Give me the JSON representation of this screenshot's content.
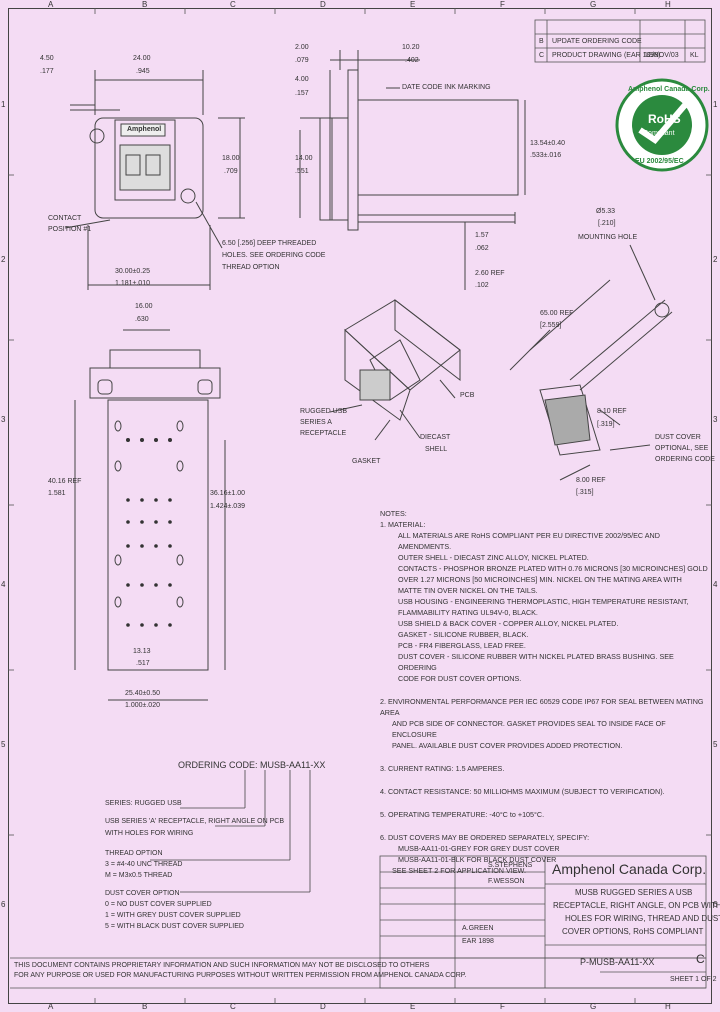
{
  "zone_letters": [
    "A",
    "B",
    "C",
    "D",
    "E",
    "F",
    "G",
    "H"
  ],
  "zone_numbers": [
    "1",
    "2",
    "3",
    "4",
    "5",
    "6"
  ],
  "revision": {
    "row1": {
      "rev": "B",
      "desc": "UPDATE ORDERING CODE",
      "date": "",
      "by": ""
    },
    "row2": {
      "rev": "C",
      "desc": "PRODUCT DRAWING (EAR 1898)",
      "date": "12/NOV/03",
      "by": "KL"
    }
  },
  "rohs_logo": {
    "ring_text": "Amphenol Canada Corp.",
    "center": "RoHS",
    "sub": "Compliant",
    "bottom": "EU 2002/95/EC"
  },
  "front_view": {
    "dim_4_50": "4.50",
    "dim_177": ".177",
    "dim_24_00": "24.00",
    "dim_945": ".945",
    "dim_18_00": "18.00",
    "dim_709": ".709",
    "contact_pos_1": "CONTACT",
    "contact_pos_2": "POSITION #1",
    "tap_1": "6.50 [.256] DEEP THREADED",
    "tap_2": "HOLES. SEE ORDERING CODE",
    "tap_3": "THREAD OPTION",
    "dim_30": "30.00±0.25",
    "dim_30_in": "1.181±.010",
    "logo": "Amphenol"
  },
  "side_view": {
    "dim_2_00": "2.00",
    "dim_079": ".079",
    "dim_10_20": "10.20",
    "dim_402": ".402",
    "dim_4_00": "4.00",
    "dim_157": ".157",
    "date_code": "DATE CODE INK MARKING",
    "dim_14_00": "14.00",
    "dim_551": ".551",
    "dim_13_54": "13.54±0.40",
    "dim_533": ".533±.016",
    "dim_1_57": "1.57",
    "dim_062": ".062",
    "dim_2_60": "2.60 REF",
    "dim_102": ".102"
  },
  "bottom_view": {
    "dim_16": "16.00",
    "dim_630": ".630",
    "dim_40_16": "40.16 REF",
    "dim_1_581": "1.581",
    "dim_36_16": "36.16±1.00",
    "dim_1_424": "1.424±.039",
    "dim_13_13": "13.13",
    "dim_517": ".517",
    "dim_25_40": "25.40±0.50",
    "dim_1_000": "1.000±.020"
  },
  "iso_view": {
    "rugged_1": "RUGGED USB",
    "rugged_2": "SERIES A",
    "rugged_3": "RECEPTACLE",
    "diecast_1": "DIECAST",
    "diecast_2": "SHELL",
    "gasket": "GASKET",
    "pcb": "PCB",
    "hole_1": "Ø5.33",
    "hole_2": "[.210]",
    "hole_3": "MOUNTING HOLE",
    "d65": "65.00 REF",
    "d2559": "[2.559]",
    "d8_10": "8.10 REF",
    "d319": "[.319]",
    "d8_00": "8.00 REF",
    "d315": "[.315]",
    "dust_1": "DUST COVER",
    "dust_2": "OPTIONAL, SEE",
    "dust_3": "ORDERING CODE"
  },
  "notes": {
    "heading": "NOTES:",
    "n1": "1.  MATERIAL:",
    "n1a": "ALL MATERIALS ARE RoHS COMPLIANT PER EU DIRECTIVE 2002/95/EC AND AMENDMENTS.",
    "n1b": "OUTER SHELL - DIECAST ZINC ALLOY, NICKEL PLATED.",
    "n1c": "CONTACTS - PHOSPHOR BRONZE PLATED WITH 0.76 MICRONS [30 MICROINCHES] GOLD",
    "n1c2": "OVER 1.27 MICRONS [50 MICROINCHES] MIN. NICKEL ON THE MATING AREA WITH",
    "n1c3": "MATTE TIN OVER NICKEL ON THE TAILS.",
    "n1d": "USB HOUSING - ENGINEERING THERMOPLASTIC, HIGH TEMPERATURE RESISTANT,",
    "n1d2": "FLAMMABILITY RATING UL94V-0, BLACK.",
    "n1e": "USB SHIELD & BACK COVER - COPPER ALLOY, NICKEL PLATED.",
    "n1f": "GASKET - SILICONE RUBBER, BLACK.",
    "n1g": "PCB - FR4 FIBERGLASS, LEAD FREE.",
    "n1h": "DUST COVER - SILICONE RUBBER WITH NICKEL PLATED BRASS BUSHING. SEE ORDERING",
    "n1h2": "CODE FOR DUST COVER OPTIONS.",
    "n2": "2.  ENVIRONMENTAL PERFORMANCE PER IEC 60529 CODE IP67 FOR SEAL BETWEEN MATING AREA",
    "n2b": "AND PCB SIDE OF CONNECTOR. GASKET PROVIDES SEAL TO INSIDE FACE OF ENCLOSURE",
    "n2c": "PANEL. AVAILABLE DUST COVER PROVIDES ADDED PROTECTION.",
    "n3": "3.  CURRENT RATING: 1.5 AMPERES.",
    "n4": "4.  CONTACT RESISTANCE: 50 MILLIOHMS MAXIMUM (SUBJECT TO VERIFICATION).",
    "n5": "5.  OPERATING TEMPERATURE: -40°C to +105°C.",
    "n6": "6.  DUST COVERS MAY BE ORDERED SEPARATELY, SPECIFY:",
    "n6a": "MUSB-AA11-01-GREY FOR GREY DUST COVER",
    "n6b": "MUSB-AA11-01-BLK FOR BLACK DUST COVER",
    "n6c": "SEE SHEET 2 FOR APPLICATION VIEW."
  },
  "ordering": {
    "title": "ORDERING CODE: MUSB-AA11-XX",
    "series": "SERIES: RUGGED USB",
    "usb_1": "USB SERIES 'A' RECEPTACLE, RIGHT ANGLE ON PCB",
    "usb_2": "WITH HOLES FOR WIRING",
    "thread": "THREAD OPTION",
    "thread_1": "3 = #4-40 UNC THREAD",
    "thread_2": "M = M3x0.5 THREAD",
    "dust": "DUST COVER OPTION",
    "dust_0": "0 = NO DUST COVER SUPPLIED",
    "dust_1": "1 = WITH GREY DUST COVER SUPPLIED",
    "dust_5": "5 = WITH BLACK DUST COVER SUPPLIED"
  },
  "title_block": {
    "company": "Amphenol Canada Corp.",
    "desc_1": "MUSB RUGGED SERIES A USB",
    "desc_2": "RECEPTACLE, RIGHT ANGLE, ON PCB WITH",
    "desc_3": "HOLES FOR WIRING, THREAD AND DUST",
    "desc_4": "COVER OPTIONS, RoHS COMPLIANT",
    "drawn": "S.STEPHENS",
    "check": "F.WESSON",
    "app": "A.GREEN",
    "ear": "EAR 1898",
    "part_no": "P-MUSB-AA11-XX",
    "rev": "C",
    "sheet": "SHEET 1 OF 2",
    "disclaimer_1": "THIS DOCUMENT CONTAINS PROPRIETARY INFORMATION AND SUCH INFORMATION MAY NOT BE DISCLOSED TO OTHERS",
    "disclaimer_2": "FOR ANY PURPOSE OR USED FOR MANUFACTURING PURPOSES WITHOUT WRITTEN PERMISSION FROM AMPHENOL CANADA CORP."
  }
}
